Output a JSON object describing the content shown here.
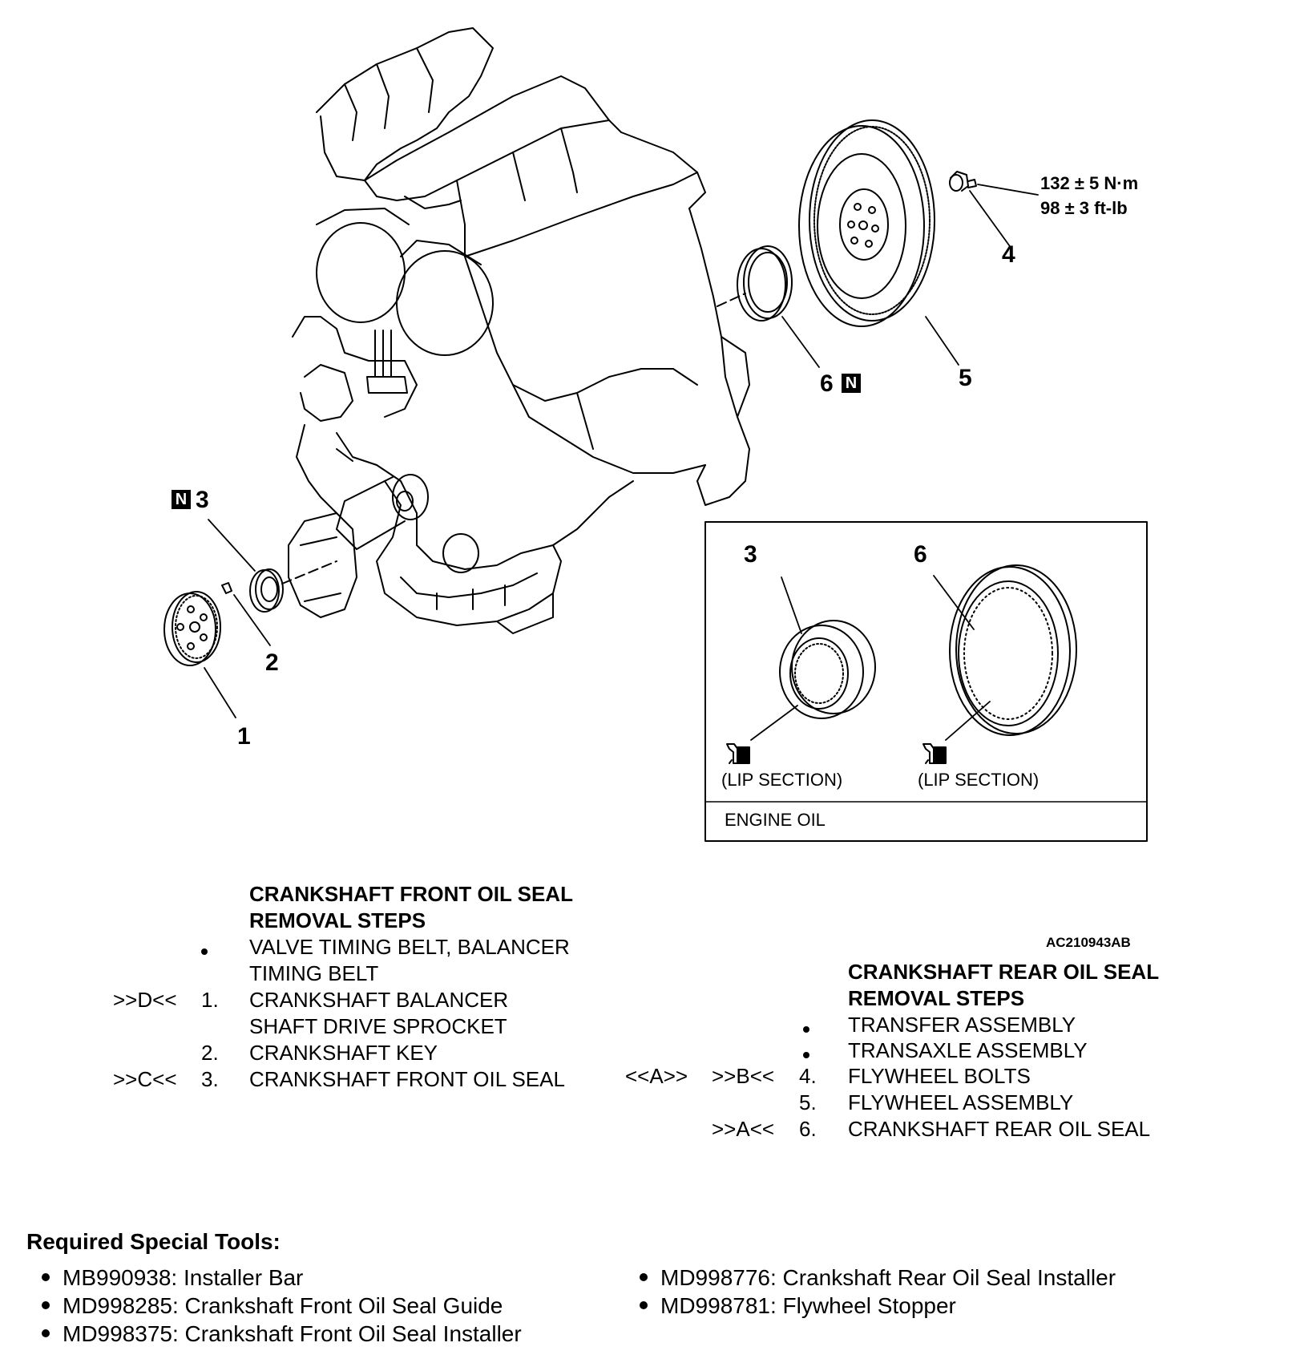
{
  "figure_id": "AC210943AB",
  "callouts": {
    "c1": "1",
    "c2": "2",
    "c3": "3",
    "c4": "4",
    "c5": "5",
    "c6": "6"
  },
  "new_part_badge": "N",
  "torque": {
    "line1": "132 ± 5 N·m",
    "line2": "98 ± 3 ft-lb"
  },
  "inset": {
    "label3": "3",
    "label6": "6",
    "lip_left": "(LIP SECTION)",
    "lip_right": "(LIP SECTION)",
    "legend": "ENGINE OIL"
  },
  "front_seal": {
    "title_line1": "CRANKSHAFT FRONT OIL SEAL",
    "title_line2": "REMOVAL STEPS",
    "rows": [
      {
        "code": "",
        "num": "",
        "bullet": true,
        "text1": "VALVE TIMING BELT, BALANCER",
        "text2": "TIMING BELT"
      },
      {
        "code": ">>D<<",
        "num": "1.",
        "bullet": false,
        "text1": "CRANKSHAFT BALANCER",
        "text2": "SHAFT DRIVE SPROCKET"
      },
      {
        "code": "",
        "num": "2.",
        "bullet": false,
        "text1": "CRANKSHAFT KEY",
        "text2": ""
      },
      {
        "code": ">>C<<",
        "num": "3.",
        "bullet": false,
        "text1": "CRANKSHAFT FRONT OIL SEAL",
        "text2": ""
      }
    ]
  },
  "rear_seal": {
    "title_line1": "CRANKSHAFT REAR OIL SEAL",
    "title_line2": "REMOVAL STEPS",
    "rows": [
      {
        "code1": "",
        "code2": "",
        "num": "",
        "bullet": true,
        "text": "TRANSFER ASSEMBLY"
      },
      {
        "code1": "",
        "code2": "",
        "num": "",
        "bullet": true,
        "text": "TRANSAXLE ASSEMBLY"
      },
      {
        "code1": "<<A>>",
        "code2": ">>B<<",
        "num": "4.",
        "bullet": false,
        "text": "FLYWHEEL BOLTS"
      },
      {
        "code1": "",
        "code2": "",
        "num": "5.",
        "bullet": false,
        "text": "FLYWHEEL ASSEMBLY"
      },
      {
        "code1": "",
        "code2": ">>A<<",
        "num": "6.",
        "bullet": false,
        "text": "CRANKSHAFT REAR OIL SEAL"
      }
    ]
  },
  "tools": {
    "title": "Required Special Tools:",
    "left": [
      "MB990938: Installer Bar",
      "MD998285: Crankshaft Front Oil Seal Guide",
      "MD998375: Crankshaft Front Oil Seal Installer"
    ],
    "right": [
      "MD998776: Crankshaft Rear Oil Seal Installer",
      "MD998781: Flywheel Stopper"
    ]
  }
}
